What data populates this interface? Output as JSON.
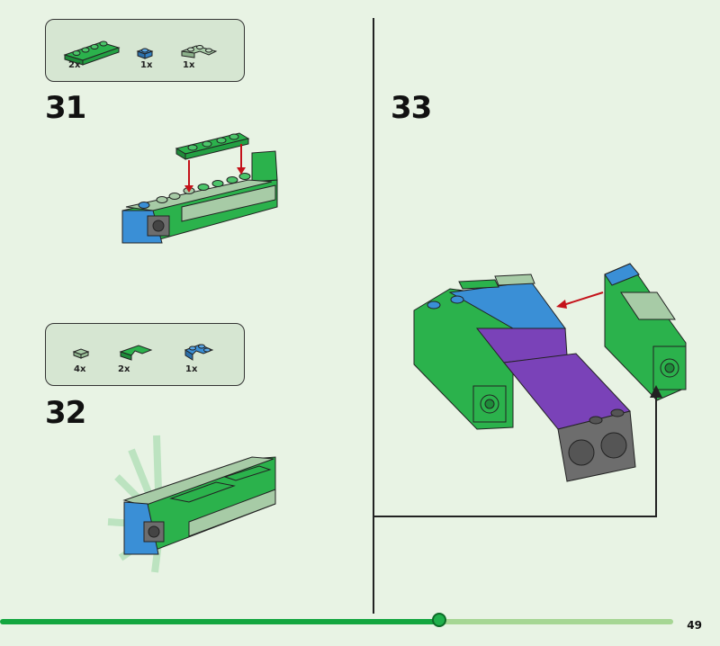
{
  "page": {
    "number": "49",
    "progress": 0.62
  },
  "steps": [
    {
      "number": "31",
      "parts": [
        {
          "qty": "2x",
          "name": "green-plate-1x4"
        },
        {
          "qty": "1x",
          "name": "blue-plate-1x1"
        },
        {
          "qty": "1x",
          "name": "sand-green-plate-corner"
        }
      ]
    },
    {
      "number": "32",
      "parts": [
        {
          "qty": "4x",
          "name": "sand-green-tile-1x1"
        },
        {
          "qty": "2x",
          "name": "green-plate-corner"
        },
        {
          "qty": "1x",
          "name": "blue-plate-corner"
        }
      ]
    },
    {
      "number": "33"
    }
  ],
  "colors": {
    "green": "#2bb24c",
    "sand_green": "#a7cba6",
    "blue": "#3a8fd6",
    "purple": "#7a42b8",
    "gray": "#6d6d6d",
    "arrow_red": "#c4121a",
    "progress": "#13a63f"
  }
}
